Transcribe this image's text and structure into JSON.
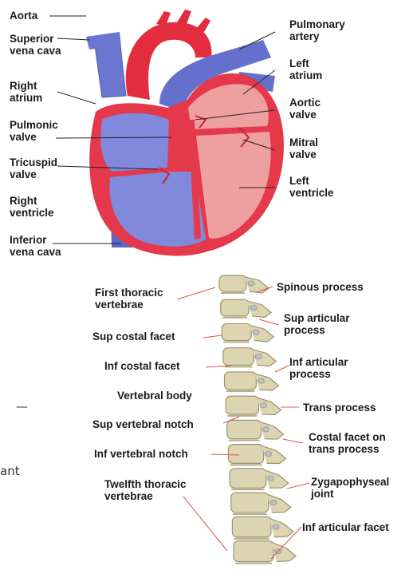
{
  "heart": {
    "labels": {
      "aorta": "Aorta",
      "superior_vena_cava": [
        "Superior",
        "vena cava"
      ],
      "right_atrium": [
        "Right",
        "atrium"
      ],
      "pulmonic_valve": [
        "Pulmonic",
        "valve"
      ],
      "tricuspid_valve": [
        "Tricuspid",
        "valve"
      ],
      "right_ventricle": [
        "Right",
        "ventricle"
      ],
      "inferior_vena_cava": [
        "Inferior",
        "vena cava"
      ],
      "pulmonary_artery": [
        "Pulmonary",
        "artery"
      ],
      "left_atrium": [
        "Left",
        "atrium"
      ],
      "aortic_valve": [
        "Aortic",
        "valve"
      ],
      "mitral_valve": [
        "Mitral",
        "valve"
      ],
      "left_ventricle": [
        "Left",
        "ventricle"
      ]
    },
    "colors": {
      "oxygenated": "#e8303f",
      "deoxygenated": "#7f88d9",
      "chamber_red": "#f2a0a0",
      "vessel_blue": "#5566c4"
    }
  },
  "spine": {
    "labels": {
      "first_thoracic": [
        "First thoracic",
        "vertebrae"
      ],
      "sup_costal_facet": "Sup costal facet",
      "inf_costal_facet": "Inf costal facet",
      "vertebral_body": "Vertebral body",
      "sup_vertebral_notch": "Sup vertebral notch",
      "inf_vertebral_notch": "Inf vertebral notch",
      "twelfth_thoracic": [
        "Twelfth thoracic",
        "vertebrae"
      ],
      "spinous_process": "Spinous process",
      "sup_articular": [
        "Sup articular",
        "process"
      ],
      "inf_articular": [
        "Inf articular",
        "process"
      ],
      "trans_process": "Trans process",
      "costal_facet_trans": [
        "Costal facet on",
        "trans process"
      ],
      "zygapophyseal": [
        "Zygapophyseal",
        "joint"
      ],
      "inf_articular_facet": "Inf articular facet"
    },
    "colors": {
      "bone": "#ddd4b2",
      "bone_dark": "#9c9270",
      "leader": "#e05050"
    }
  },
  "fragments": {
    "ant": "ant",
    "dash": "—"
  }
}
